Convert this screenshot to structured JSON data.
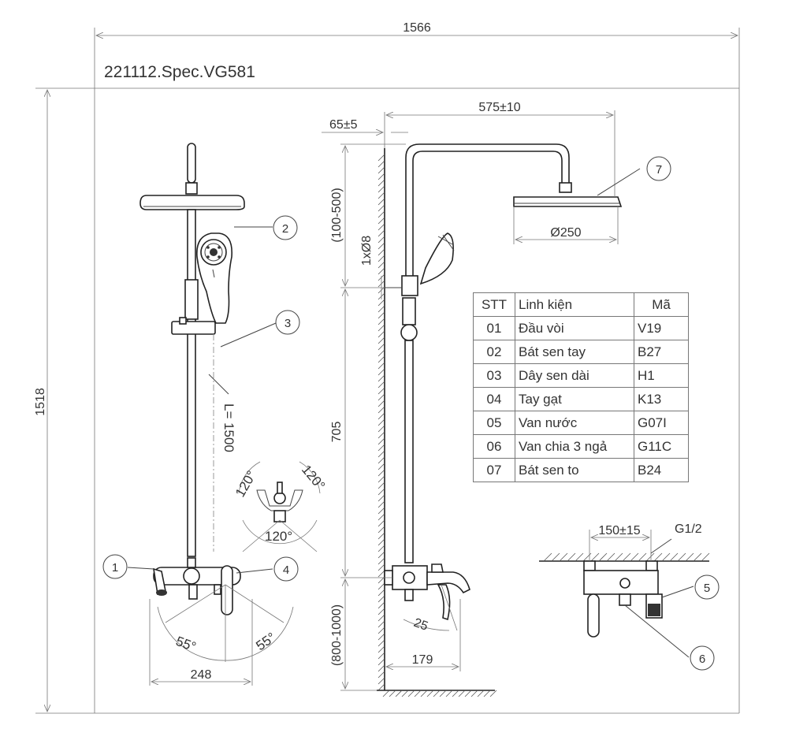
{
  "spec_code": "221112.Spec.VG581",
  "dimensions": {
    "overall_width": "1566",
    "overall_height": "1518",
    "arm_length": "575±10",
    "wall_offset": "65±5",
    "top_range": "(100-500)",
    "pipe_size": "1xØ8",
    "head_diameter": "Ø250",
    "mid_height": "705",
    "bottom_range": "(800-1000)",
    "spout_depth": "179",
    "spout_angle": "25",
    "hose_length": "L= 1500",
    "rotate_left": "120°",
    "rotate_right": "120°",
    "rotate_bottom": "120°",
    "lever_left": "55°",
    "lever_right": "55°",
    "base_width": "248",
    "valve_spacing": "150±15",
    "thread": "G1/2"
  },
  "callouts": [
    "1",
    "2",
    "3",
    "4",
    "5",
    "6",
    "7"
  ],
  "table": {
    "headers": [
      "STT",
      "Linh kiện",
      "Mã"
    ],
    "rows": [
      [
        "01",
        "Đầu vòi",
        "V19"
      ],
      [
        "02",
        "Bát sen tay",
        "B27"
      ],
      [
        "03",
        "Dây sen dài",
        "H1"
      ],
      [
        "04",
        "Tay gạt",
        "K13"
      ],
      [
        "05",
        "Van nước",
        "G07I"
      ],
      [
        "06",
        "Van chia 3 ngả",
        "G11C"
      ],
      [
        "07",
        "Bát sen to",
        "B24"
      ]
    ]
  }
}
